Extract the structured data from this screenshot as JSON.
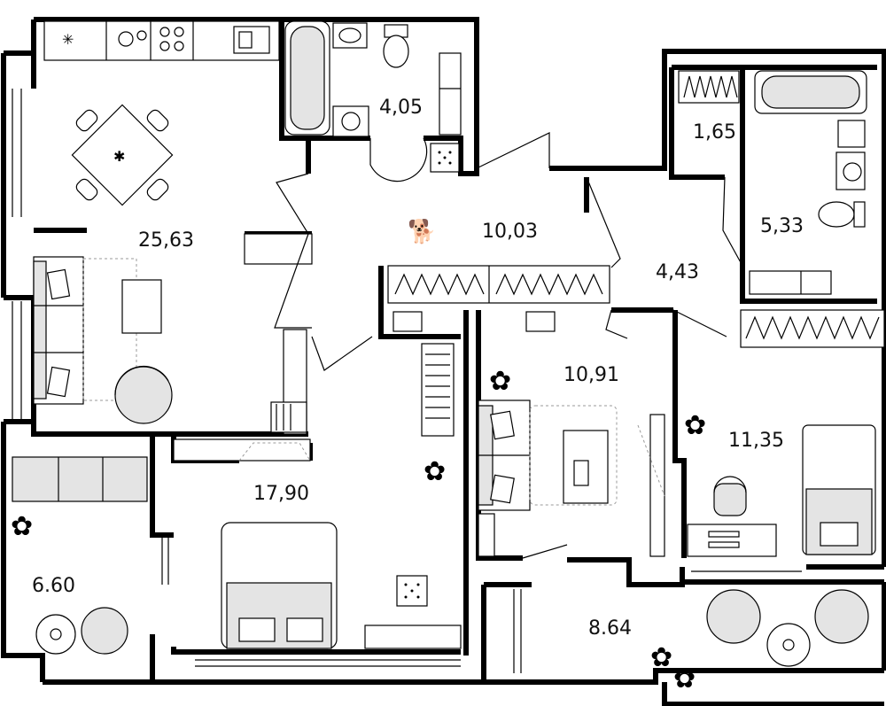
{
  "rooms": [
    {
      "id": "kitchen-living",
      "area": "25,63"
    },
    {
      "id": "bathroom-1",
      "area": "4,05"
    },
    {
      "id": "hallway",
      "area": "10,03"
    },
    {
      "id": "wc",
      "area": "1,65"
    },
    {
      "id": "bathroom-2",
      "area": "5,33"
    },
    {
      "id": "corridor",
      "area": "4,43"
    },
    {
      "id": "bedroom-1",
      "area": "10,91"
    },
    {
      "id": "bedroom-2",
      "area": "11,35"
    },
    {
      "id": "master-bedroom",
      "area": "17,90"
    },
    {
      "id": "balcony-1",
      "area": "6.60"
    },
    {
      "id": "balcony-2",
      "area": "8.64"
    }
  ],
  "colors": {
    "wall": "#000000",
    "furniture_fill": "#e4e4e4",
    "background": "#ffffff"
  }
}
